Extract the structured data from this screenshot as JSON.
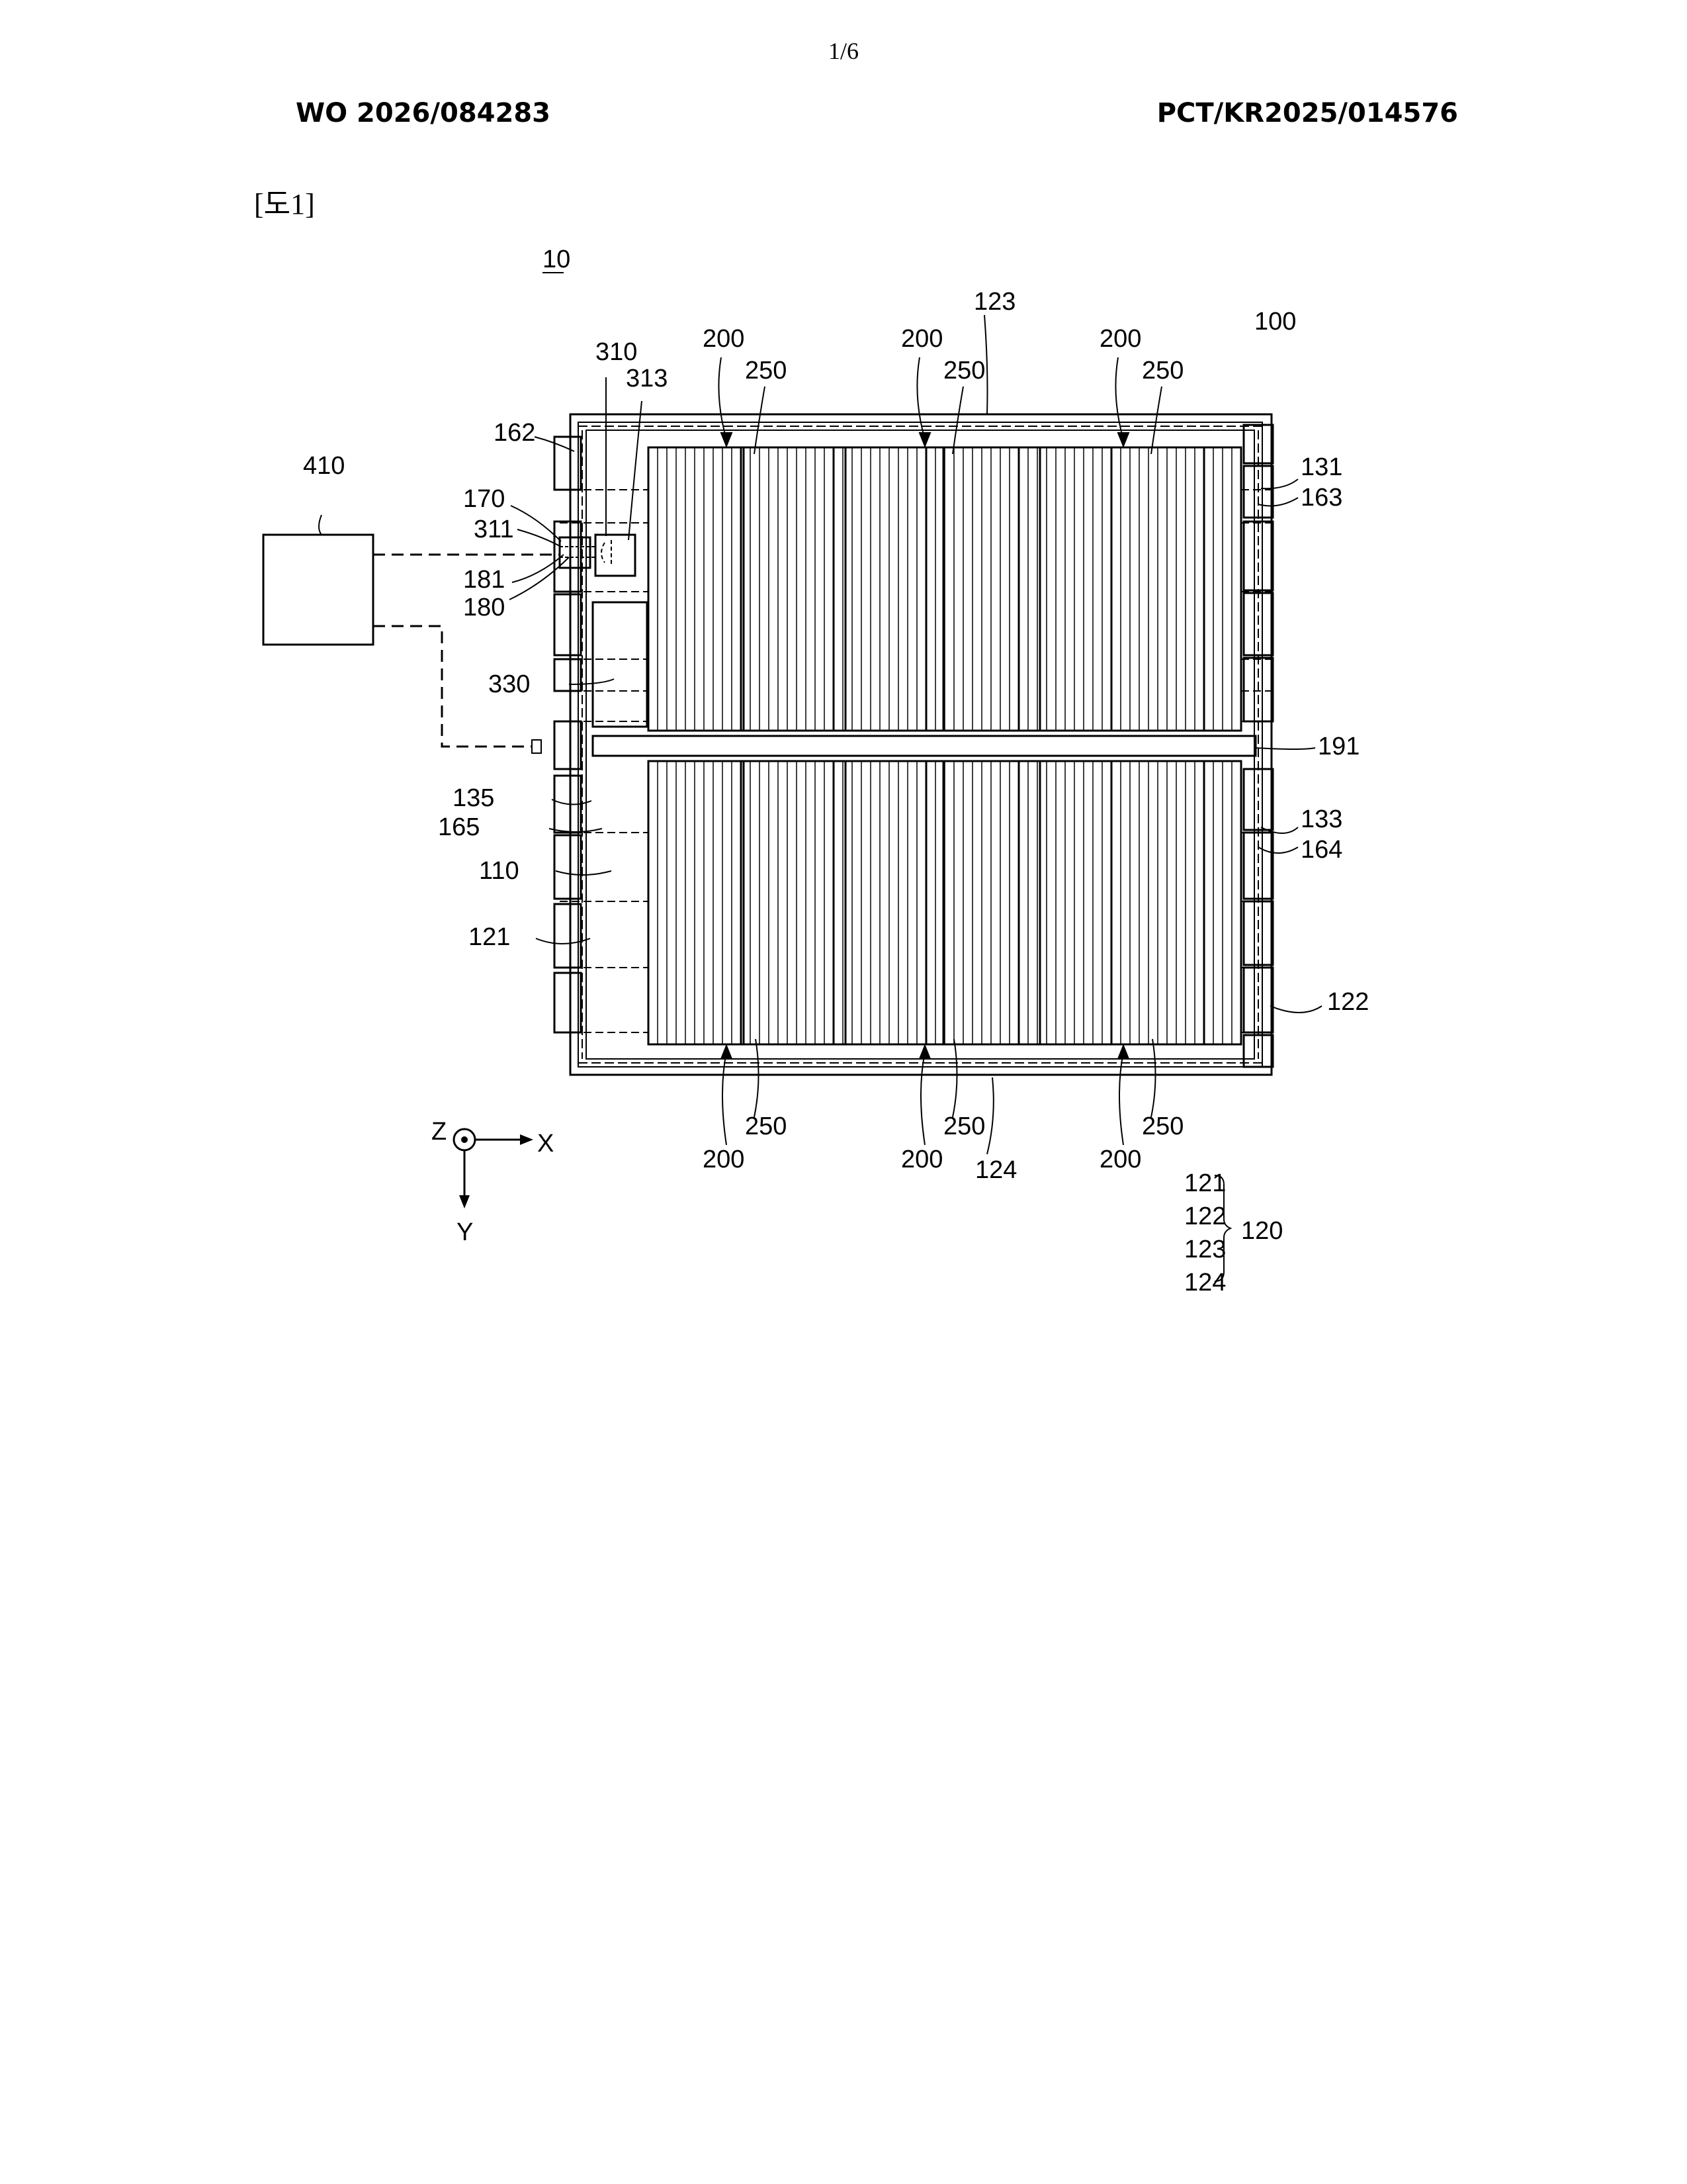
{
  "header": {
    "page_number": "1/6",
    "publication_number": "WO 2026/084283",
    "application_number": "PCT/KR2025/014576"
  },
  "figure": {
    "label": "[도1]",
    "reference_numerals": {
      "assembly": "10",
      "pack": "100",
      "floor": "110",
      "side_left": "121",
      "side_right": "122",
      "side_top": "123",
      "side_bottom": "124",
      "frame_group": "120",
      "channel_131": "131",
      "channel_133": "133",
      "channel_135": "135",
      "part_162": "162",
      "part_163": "163",
      "part_164": "164",
      "part_165": "165",
      "part_170": "170",
      "part_180": "180",
      "part_181": "181",
      "beam_191": "191",
      "module": "200",
      "cell": "250",
      "part_310": "310",
      "part_311": "311",
      "part_313": "313",
      "part_330": "330",
      "controller": "410"
    },
    "axes": {
      "z": "Z",
      "x": "X",
      "y": "Y"
    },
    "brace_group": [
      "121",
      "122",
      "123",
      "124"
    ]
  }
}
